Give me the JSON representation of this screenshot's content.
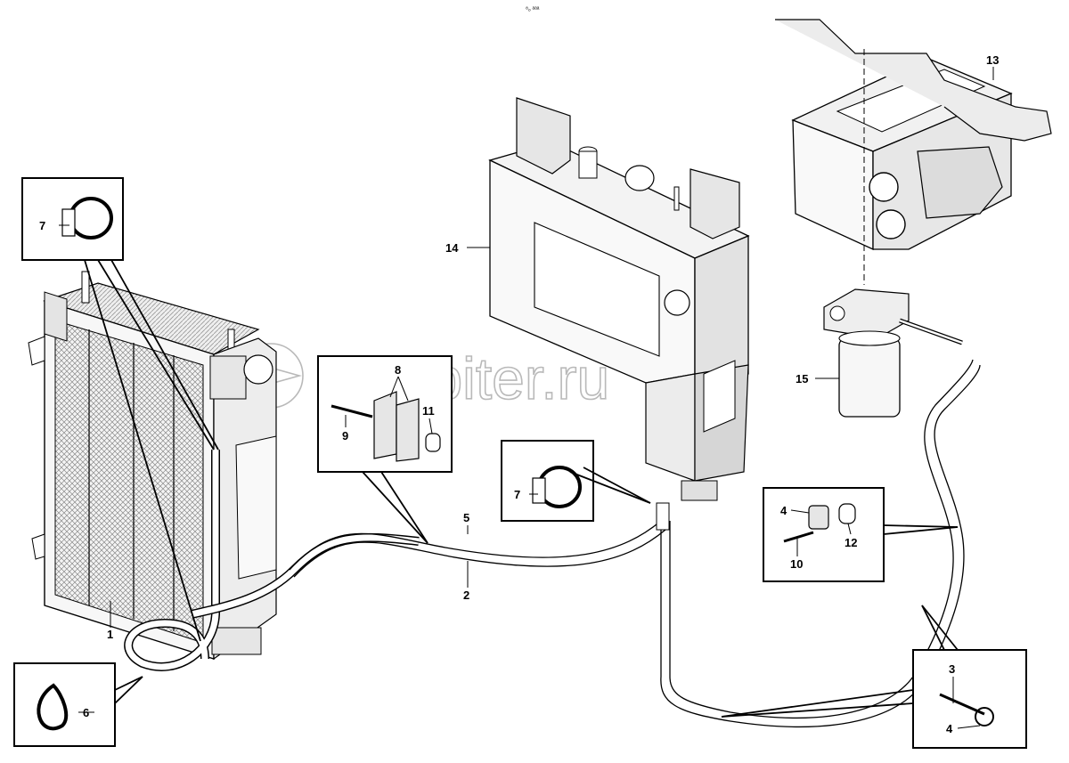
{
  "header": {
    "page_code": "⁸ₒ ᵃᵃᵃ"
  },
  "watermark": {
    "text": "autopiter.ru",
    "color": "#b9b9b9"
  },
  "parts": {
    "radiator": "1",
    "hose_2": "2",
    "clamp_3": "3",
    "clip_4_top": "4",
    "clip_4_bottom": "4",
    "hose_5": "5",
    "cable_tie_6": "6",
    "hose_clamp_7_left": "7",
    "hose_clamp_7_mid": "7",
    "clamp_halves_8": "8",
    "screw_9": "9",
    "screw_10": "10",
    "nut_11": "11",
    "spacer_12": "12",
    "control_box_13": "13",
    "tank_14": "14",
    "filter_15": "15"
  },
  "colors": {
    "line": "#000000",
    "fill_light": "#f2f2f2",
    "fill_mid": "#dcdcdc",
    "fill_dark": "#bdbdbd"
  }
}
